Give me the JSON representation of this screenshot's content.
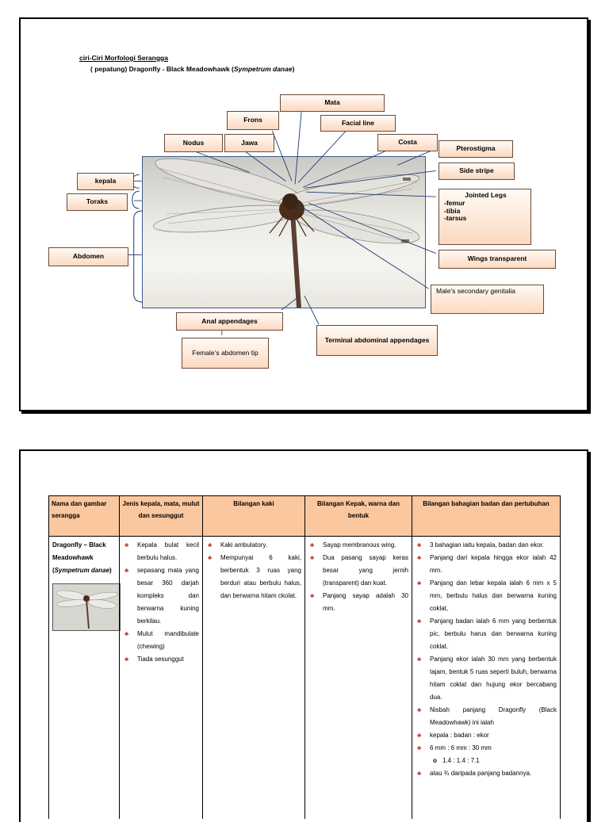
{
  "diagram": {
    "title_line1": "ciri-Ciri Morfologi Serangga",
    "title_line2_prefix": "( pepatung) Dragonfly - Black Meadowhawk (",
    "title_line2_italic": "Sympetrum danae",
    "title_line2_suffix": ")",
    "labels": {
      "mata": "Mata",
      "frons": "Frons",
      "facial_line": "Facial line",
      "nodus": "Nodus",
      "jawa": "Jawa",
      "costa": "Costa",
      "pterostigma": "Pterostigma",
      "side_stripe": "Side stripe",
      "kepala": "kepala",
      "toraks": "Toraks",
      "jointed_legs": "Jointed Legs",
      "legs_parts": [
        "-femur",
        "-tibia",
        "-tarsus"
      ],
      "abdomen": "Abdomen",
      "wings_transparent": "Wings transparent",
      "male_genitalia": "Male’s secondary genitalia",
      "anal_appendages": "Anal appendages",
      "female_tip": "Female’s abdomen tip",
      "terminal_appendages": "Terminal abdominal appendages"
    },
    "colors": {
      "label_fill": "#fcd9bf",
      "header_fill": "#fbc79f",
      "line": "#1f3b73"
    }
  },
  "table": {
    "headers": [
      "Nama dan gambar serangga",
      "Jenis kepala, mata, mulut dan sesunggut",
      "Bilangan kaki",
      "Bilangan Kepak, warna dan bentuk",
      "Bilangan bahagian badan dan pertubuhan"
    ],
    "name_prefix": "Dragonfly – Black Meadowhawk (",
    "name_italic": "Sympetrum danae",
    "name_suffix": ")",
    "col2": [
      "Kepala bulat kecil berbulu halus.",
      "sepasang mata yang besar 360 darjah kompleks dan berwarna kuning berkilau.",
      "Mulut mandibulate (chewing)",
      "Tiada sesunggut"
    ],
    "col3": [
      "Kaki ambulatory.",
      "Mempunyai 6 kaki, berbentuk 3 ruas yang berduri atau berbulu halus, dan berwarna hitam ckolat."
    ],
    "col4": [
      "Sayap membranous wing.",
      "Dua pasang sayap keras besar yang jernih (transparent) dan kuat.",
      "Panjang sayap adalah 30 mm."
    ],
    "col5": [
      "3 bahagian iaitu kepala, badan dan ekor.",
      "Panjang dari kepala hingga ekor ialah 42 mm.",
      "Panjang dan lebar kepala ialah 6 mm x 5 mm, berbulu halus dan berwarna kuning coklat,",
      "Panjang badan ialah 6 mm yang berbentuk pic, berbulu harus dan berwarna kuning coklat.",
      "Panjang ekor ialah 30 mm yang berbentuk tajam, bentuk 5 ruas seperti buluh, berwarna hitam coklat dan hujung ekor bercabang dua.",
      "Nisbah panjang Dragonfly (Black Meadowhawk) ini ialah",
      "kepala : badan : ekor",
      "6 mm  :  6 mm :  30 mm"
    ],
    "col5_sub": "1.4   :   1.4   :   7.1",
    "col5_last": "atau ¾ daripada panjang badannya."
  }
}
